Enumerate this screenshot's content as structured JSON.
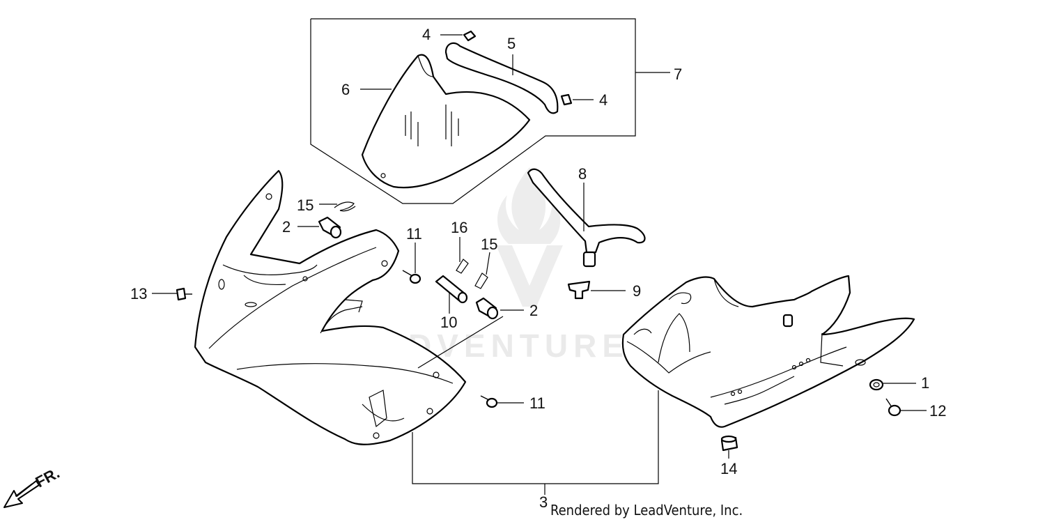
{
  "callouts": [
    {
      "id": "c4a",
      "text": "4"
    },
    {
      "id": "c5",
      "text": "5"
    },
    {
      "id": "c7",
      "text": "7"
    },
    {
      "id": "c6",
      "text": "6"
    },
    {
      "id": "c4b",
      "text": "4"
    },
    {
      "id": "c8",
      "text": "8"
    },
    {
      "id": "c15a",
      "text": "15"
    },
    {
      "id": "c2a",
      "text": "2"
    },
    {
      "id": "c11a",
      "text": "11"
    },
    {
      "id": "c16",
      "text": "16"
    },
    {
      "id": "c15b",
      "text": "15"
    },
    {
      "id": "c9",
      "text": "9"
    },
    {
      "id": "c13",
      "text": "13"
    },
    {
      "id": "c2b",
      "text": "2"
    },
    {
      "id": "c10",
      "text": "10"
    },
    {
      "id": "c11b",
      "text": "11"
    },
    {
      "id": "c1",
      "text": "1"
    },
    {
      "id": "c12",
      "text": "12"
    },
    {
      "id": "c14",
      "text": "14"
    },
    {
      "id": "c3",
      "text": "3"
    }
  ],
  "front_label": "FR.",
  "credit": "Rendered by LeadVenture, Inc.",
  "watermark": "LEADVENTURE",
  "colors": {
    "ink": "#000000",
    "watermark": "#d9d9d9",
    "background": "#ffffff"
  },
  "icons": {
    "front_arrow": "arrow-down-left-icon",
    "watermark_logo": "flame-v-logo"
  }
}
